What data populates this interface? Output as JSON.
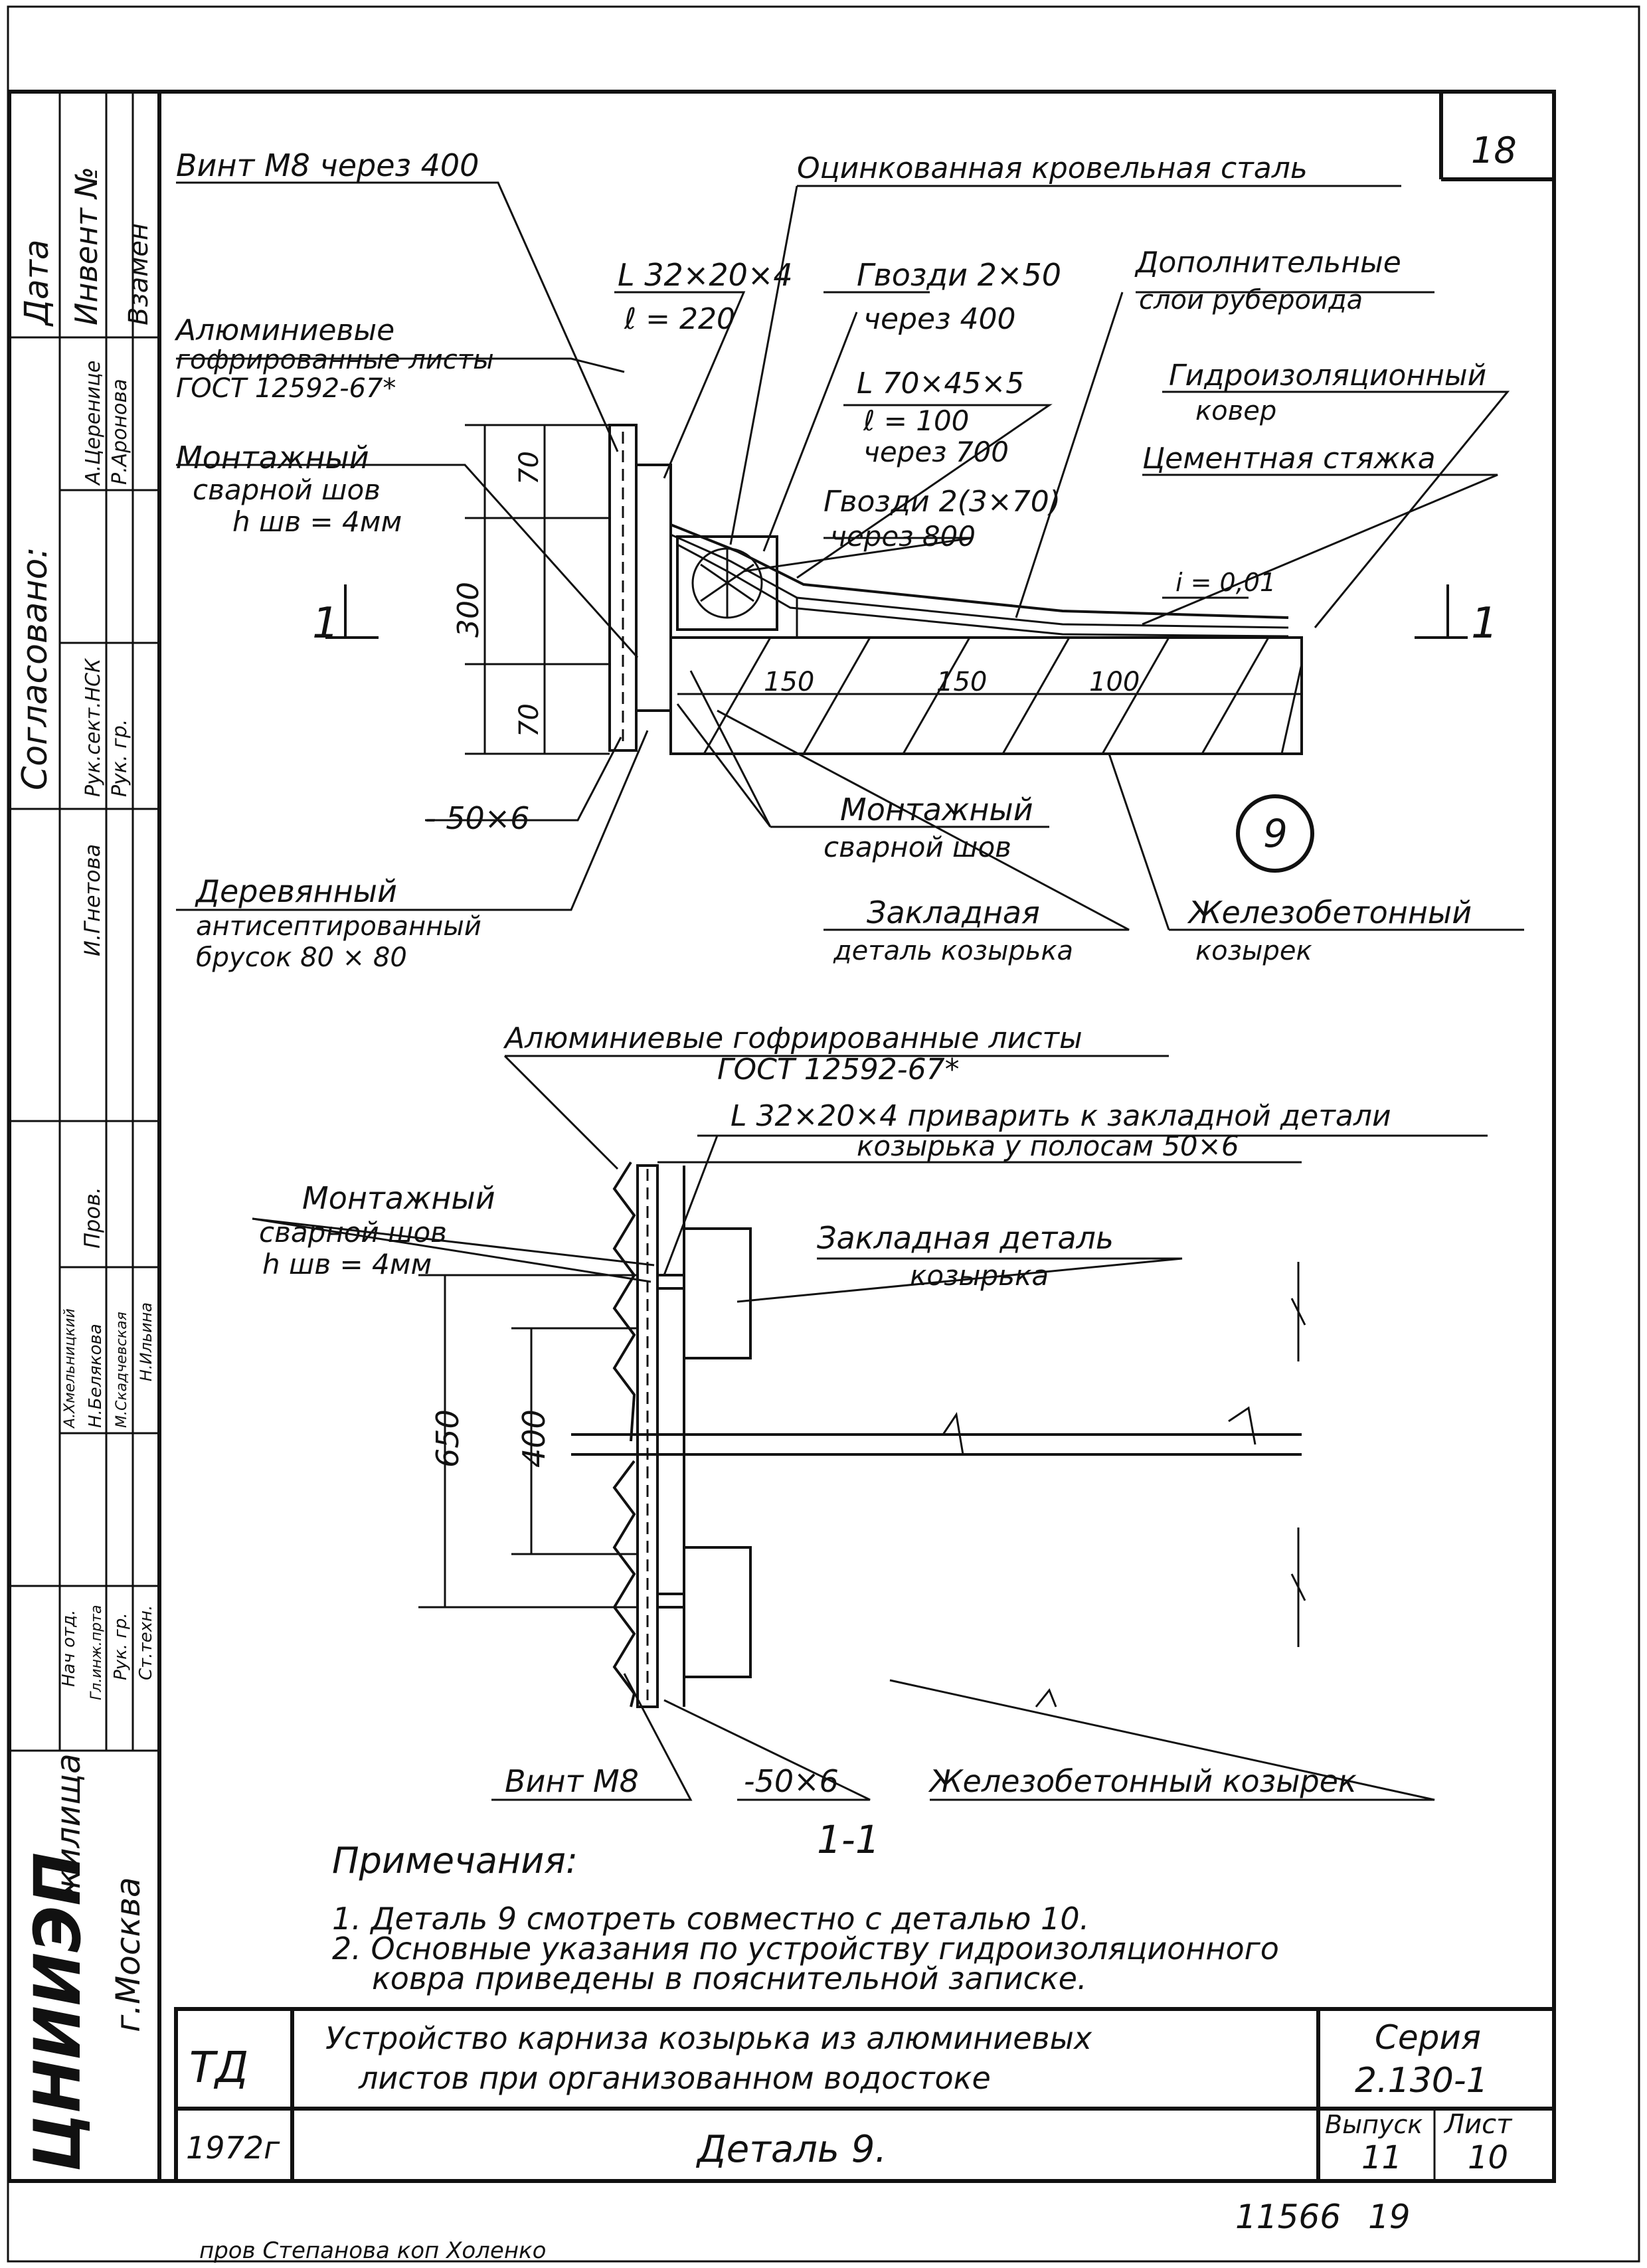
{
  "sheet_number": "18",
  "side_stamp": {
    "columns": [
      "Дата",
      "Инвент №",
      "Взамен"
    ],
    "agreed_title": "Согласовано:",
    "agreed_people": [
      "А.Церенице",
      "Р.Аронова"
    ],
    "sector_roles": [
      "Рук.сект.НСК",
      "Рук. гр."
    ],
    "checker": "И.Гнетова",
    "checked": "Пров.",
    "authors": [
      "А.Хмельницкий",
      "Н.Белякова",
      "М.Скадчевская",
      "Н.Ильина"
    ],
    "roles": [
      "Нач отд.",
      "Гл.инж.прта",
      "Рук. гр.",
      "Ст.техн."
    ],
    "org": "ЦНИИЭП",
    "org_sub": "жилища",
    "city": "г.Москва"
  },
  "section": {
    "screw": "Винт М8 через 400",
    "steel": "Оцинкованная кровельная сталь",
    "angle_small": "L 32×20×4",
    "angle_small_len": "ℓ = 220",
    "nails_1": "Гвозди 2×50",
    "nails_1_step": "через 400",
    "extra_layers_1": "Дополнительные",
    "extra_layers_2": "слои рубероида",
    "alu_1": "Алюминиевые",
    "alu_2": "гофрированные листы",
    "alu_3": "ГОСТ 12592-67*",
    "angle_big": "L 70×45×5",
    "angle_big_len": "ℓ = 100",
    "angle_big_step": "через 700",
    "waterproof_1": "Гидроизоляционный",
    "waterproof_2": "ковер",
    "weld_1": "Монтажный",
    "weld_2": "сварной шов",
    "weld_3": "h шв = 4мм",
    "screed": "Цементная стяжка",
    "nails_2": "Гвозди 2(3×70)",
    "nails_2_step": "через 800",
    "slope": "i = 0,01",
    "dim_70a": "70",
    "dim_300": "300",
    "dim_70b": "70",
    "dim_150a": "150",
    "dim_150b": "150",
    "dim_100": "100",
    "section_mark_left": "1",
    "section_mark_right": "1",
    "strip": "- 50×6",
    "detail_no": "9",
    "weld_b1": "Монтажный",
    "weld_b2": "сварной шов",
    "wood_1": "Деревянный",
    "wood_2": "антисептированный",
    "wood_3": "брусок 80 × 80",
    "embed_1": "Закладная",
    "embed_2": "деталь козырька",
    "canopy_1": "Железобетонный",
    "canopy_2": "козырек"
  },
  "plan": {
    "alu_1": "Алюминиевые гофрированные листы",
    "alu_2": "ГОСТ 12592-67*",
    "angle_1": "L 32×20×4 приварить к закладной детали",
    "angle_2": "козырька у полосам 50×6",
    "weld_1": "Монтажный",
    "weld_2": "сварной шов",
    "weld_3": "h шв = 4мм",
    "embed_1": "Закладная деталь",
    "embed_2": "козырька",
    "dim_650": "650",
    "dim_400": "400",
    "screw": "Винт М8",
    "strip": "-50×6",
    "canopy": "Железобетонный козырек",
    "section_title": "1-1"
  },
  "notes": {
    "title": "Примечания:",
    "items": [
      "1. Деталь 9 смотреть совместно с деталью 10.",
      "2. Основные указания по устройству гидроизоляционного",
      "ковра приведены в пояснительной записке."
    ]
  },
  "title_block": {
    "code": "ТД",
    "year": "1972г",
    "title_1": "Устройство карниза козырька из алюминиевых",
    "title_2": "листов при организованном водостоке",
    "detail": "Деталь 9.",
    "series_label": "Серия",
    "series": "2.130-1",
    "issue_label": "Выпуск",
    "issue": "11",
    "sheet_label": "Лист",
    "sheet": "10"
  },
  "footer": {
    "archive_no": "11566",
    "page_no": "19",
    "handwritten": "пров Степанова  коп Холенко"
  }
}
